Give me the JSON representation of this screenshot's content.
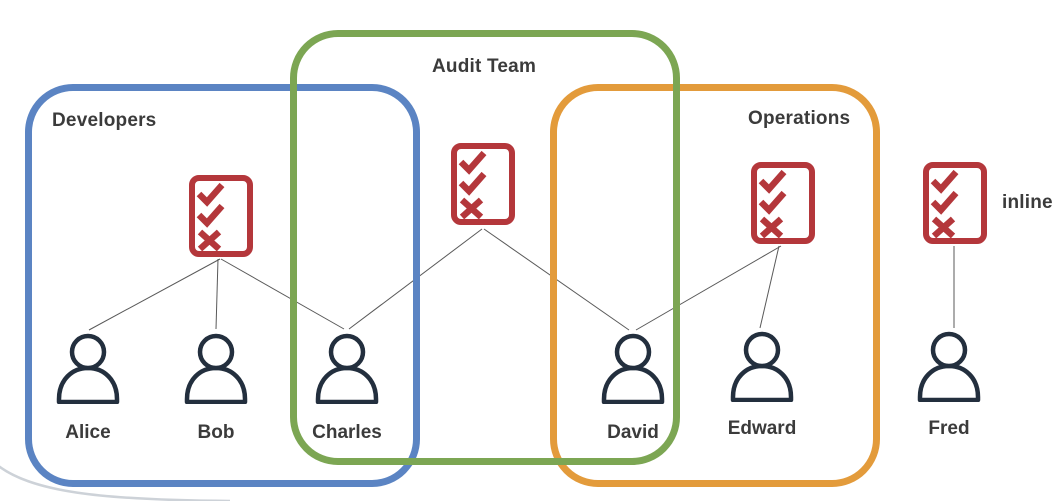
{
  "colors": {
    "blue": "#5B84C3",
    "green": "#7CA653",
    "orange": "#E39B3B",
    "red": "#B4373B",
    "navy": "#232F3E",
    "text": "#3B3B3B",
    "line": "#595959",
    "decor": "#CDD2D8"
  },
  "groups": [
    {
      "id": "developers",
      "label": "Developers"
    },
    {
      "id": "audit-team",
      "label": "Audit Team"
    },
    {
      "id": "operations",
      "label": "Operations"
    }
  ],
  "persons": [
    {
      "name": "Alice"
    },
    {
      "name": "Bob"
    },
    {
      "name": "Charles"
    },
    {
      "name": "David"
    },
    {
      "name": "Edward"
    },
    {
      "name": "Fred"
    }
  ],
  "checklists": [
    {
      "id": "developers-policy",
      "marks": [
        "check",
        "check",
        "cross"
      ],
      "attached_to": "Developers"
    },
    {
      "id": "audit-team-policy",
      "marks": [
        "check",
        "check",
        "cross"
      ],
      "attached_to": "Audit Team"
    },
    {
      "id": "operations-policy",
      "marks": [
        "check",
        "check",
        "cross"
      ],
      "attached_to": "Operations"
    },
    {
      "id": "inline-policy",
      "marks": [
        "check",
        "check",
        "cross"
      ],
      "attached_to": "Fred"
    }
  ],
  "annotations": {
    "inline_label": "inline"
  },
  "connections": [
    {
      "from": "developers-policy",
      "to": [
        "Alice",
        "Bob",
        "Charles"
      ]
    },
    {
      "from": "audit-team-policy",
      "to": [
        "Charles",
        "David"
      ]
    },
    {
      "from": "operations-policy",
      "to": [
        "David",
        "Edward"
      ]
    },
    {
      "from": "inline-policy",
      "to": [
        "Fred"
      ]
    }
  ]
}
